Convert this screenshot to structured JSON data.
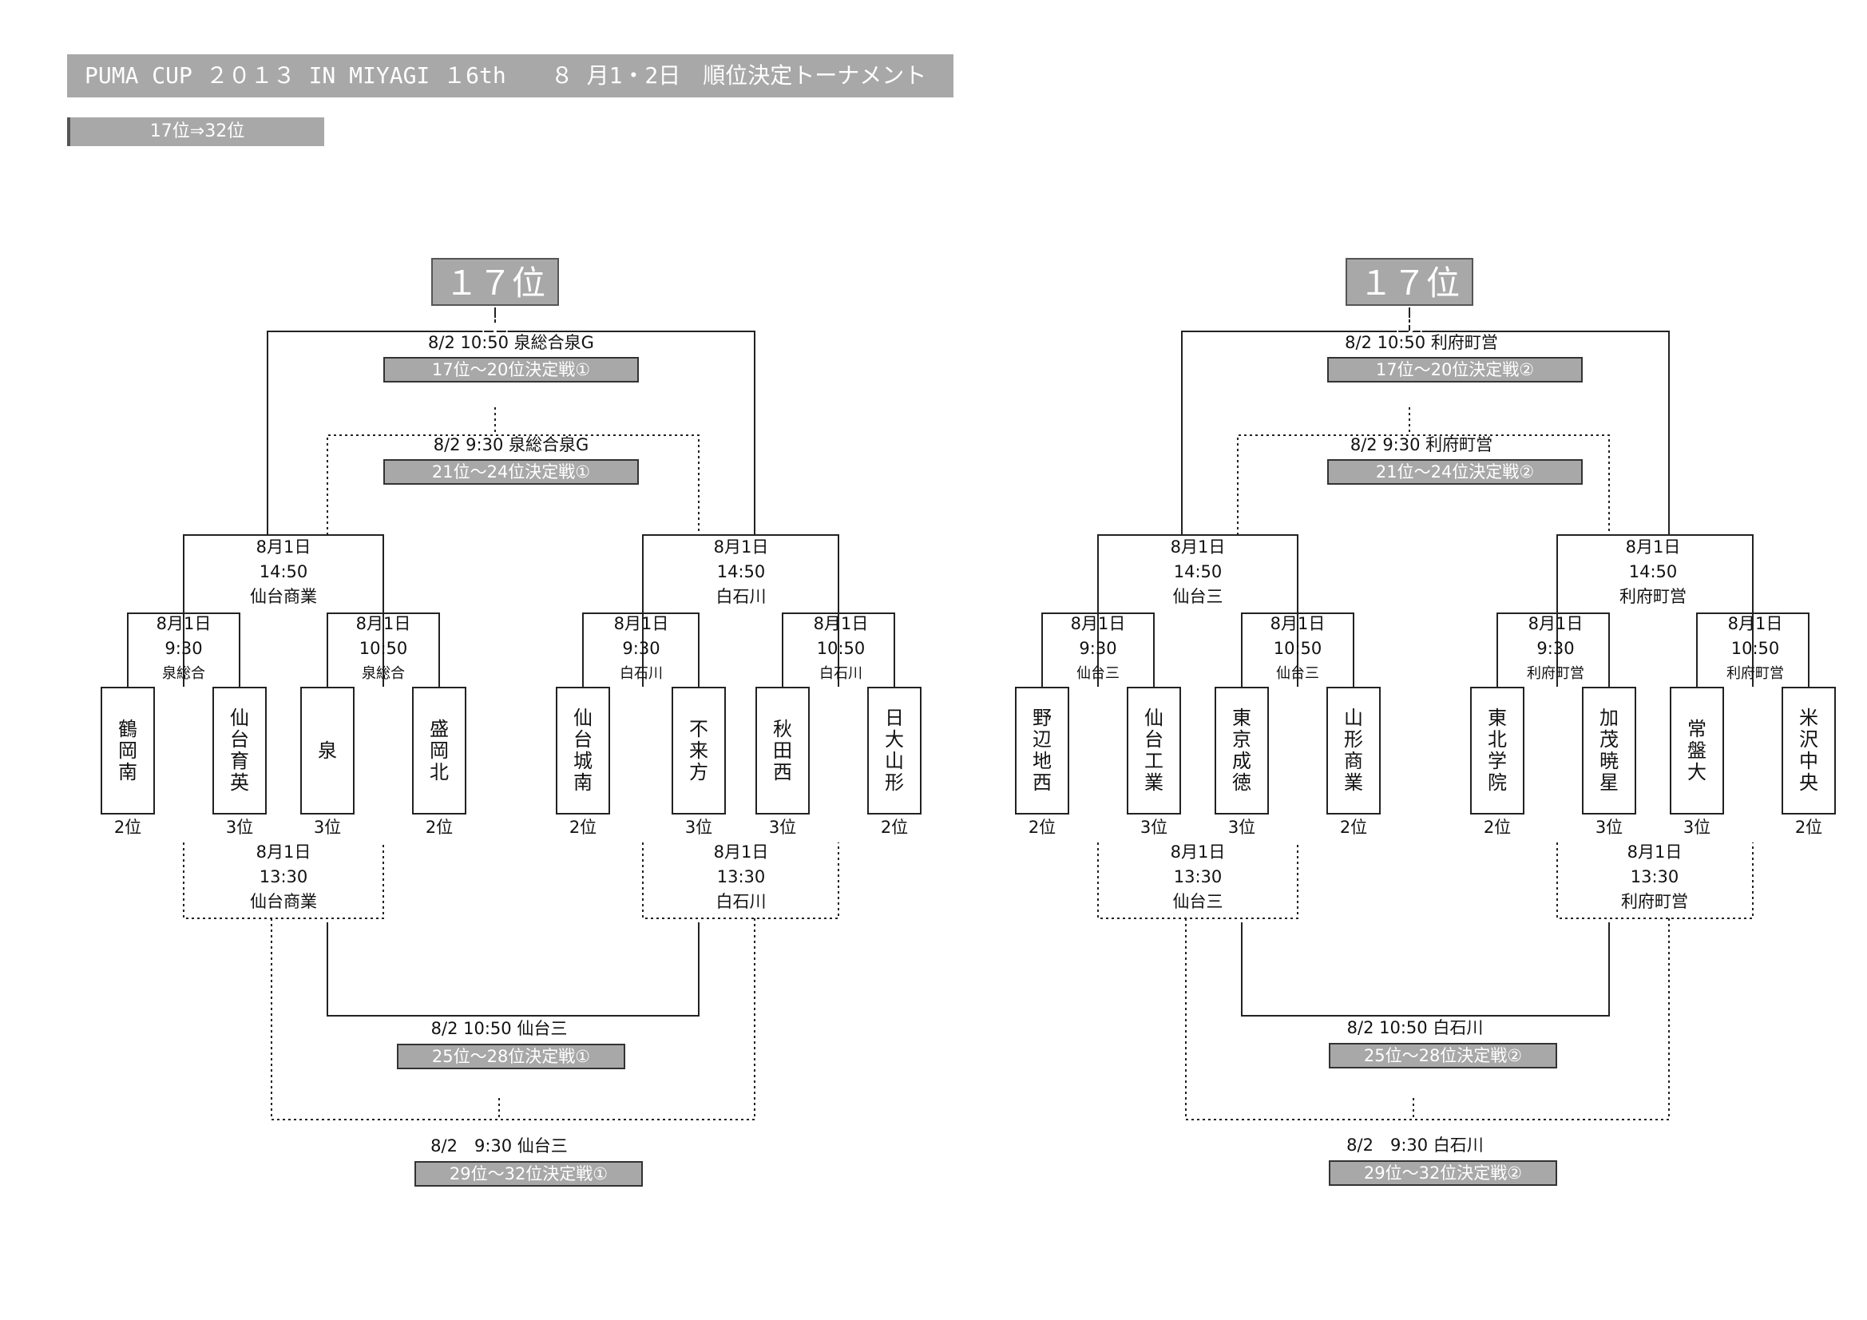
{
  "header": {
    "title": "PUMA CUP ２０１３ IN MIYAGI １6th　　８ 月1・2日　順位決定トーナメント",
    "sub": "17位⇒32位"
  },
  "brackets": [
    {
      "title": "１７位①",
      "final": {
        "line": "8/2 10:50 泉総合泉G",
        "label": "17位～20位決定戦①"
      },
      "third": {
        "line": "8/2 9:30 泉総合泉G",
        "label": "21位～24位決定戦①"
      },
      "semis": [
        {
          "date": "8月1日",
          "time": "14:50",
          "venue": "仙台商業"
        },
        {
          "date": "8月1日",
          "time": "14:50",
          "venue": "白石川"
        }
      ],
      "r1": [
        {
          "date": "8月1日",
          "time": "9:30",
          "venue": "泉総合"
        },
        {
          "date": "8月1日",
          "time": "10:50",
          "venue": "泉総合"
        },
        {
          "date": "8月1日",
          "time": "9:30",
          "venue": "白石川"
        },
        {
          "date": "8月1日",
          "time": "10:50",
          "venue": "白石川"
        }
      ],
      "teams": [
        {
          "name": "鶴岡南",
          "seed": "2位"
        },
        {
          "name": "仙台育英",
          "seed": "3位"
        },
        {
          "name": "泉",
          "seed": "3位"
        },
        {
          "name": "盛岡北",
          "seed": "2位"
        },
        {
          "name": "仙台城南",
          "seed": "2位"
        },
        {
          "name": "不来方",
          "seed": "3位"
        },
        {
          "name": "秋田西",
          "seed": "3位"
        },
        {
          "name": "日大山形",
          "seed": "2位"
        }
      ],
      "consol": [
        {
          "date": "8月1日",
          "time": "13:30",
          "venue": "仙台商業"
        },
        {
          "date": "8月1日",
          "time": "13:30",
          "venue": "白石川"
        }
      ],
      "c_final": {
        "line": "8/2 10:50 仙台三",
        "label": "25位～28位決定戦①"
      },
      "c_third": {
        "line": "8/2　9:30 仙台三",
        "label": "29位～32位決定戦①"
      }
    },
    {
      "title": "１７位②",
      "final": {
        "line": "8/2 10:50 利府町営",
        "label": "17位～20位決定戦②"
      },
      "third": {
        "line": "8/2 9:30 利府町営",
        "label": "21位～24位決定戦②"
      },
      "semis": [
        {
          "date": "8月1日",
          "time": "14:50",
          "venue": "仙台三"
        },
        {
          "date": "8月1日",
          "time": "14:50",
          "venue": "利府町営"
        }
      ],
      "r1": [
        {
          "date": "8月1日",
          "time": "9:30",
          "venue": "仙台三"
        },
        {
          "date": "8月1日",
          "time": "10:50",
          "venue": "仙台三"
        },
        {
          "date": "8月1日",
          "time": "9:30",
          "venue": "利府町営"
        },
        {
          "date": "8月1日",
          "time": "10:50",
          "venue": "利府町営"
        }
      ],
      "teams": [
        {
          "name": "野辺地西",
          "seed": "2位"
        },
        {
          "name": "仙台工業",
          "seed": "3位"
        },
        {
          "name": "東京成徳",
          "seed": "3位"
        },
        {
          "name": "山形商業",
          "seed": "2位"
        },
        {
          "name": "東北学院",
          "seed": "2位"
        },
        {
          "name": "加茂暁星",
          "seed": "3位"
        },
        {
          "name": "常盤大",
          "seed": "3位"
        },
        {
          "name": "米沢中央",
          "seed": "2位"
        }
      ],
      "consol": [
        {
          "date": "8月1日",
          "time": "13:30",
          "venue": "仙台三"
        },
        {
          "date": "8月1日",
          "time": "13:30",
          "venue": "利府町営"
        }
      ],
      "c_final": {
        "line": "8/2 10:50 白石川",
        "label": "25位～28位決定戦②"
      },
      "c_third": {
        "line": "8/2　9:30 白石川",
        "label": "29位～32位決定戦②"
      }
    }
  ]
}
